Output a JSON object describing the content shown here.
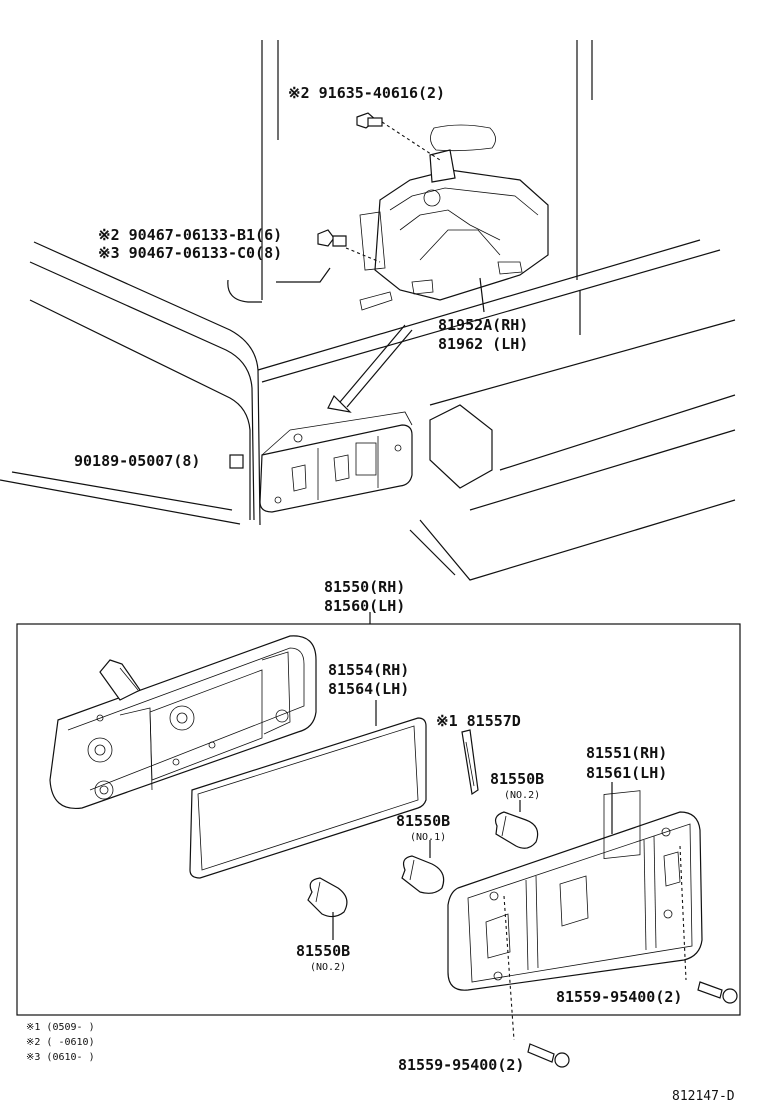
{
  "labels": {
    "p91635": "※2 91635-40616(2)",
    "p90467b": "※2 90467-06133-B1(6)",
    "p90467c": "※3 90467-06133-C0(8)",
    "p81952a": "81952A(RH)",
    "p81962": "81962  (LH)",
    "p90189": "90189-05007(8)",
    "p81550": "81550(RH)",
    "p81560": "81560(LH)",
    "p81554": "81554(RH)",
    "p81564": "81564(LH)",
    "p81557d": "※1 81557D",
    "p81550b_no2_top": "81550B",
    "no2_top": "(NO.2)",
    "p81550b_no1": "81550B",
    "no1": "(NO.1)",
    "p81551": "81551(RH)",
    "p81561": "81561(LH)",
    "p81550b_no2_bottom": "81550B",
    "no2_bottom": "(NO.2)",
    "p81559_right": "81559-95400(2)",
    "p81559_bottom": "81559-95400(2)"
  },
  "notes": [
    "※1 (0509-      )",
    "※2 (      -0610)",
    "※3 (0610-      )"
  ],
  "diagram_id": "812147-D"
}
